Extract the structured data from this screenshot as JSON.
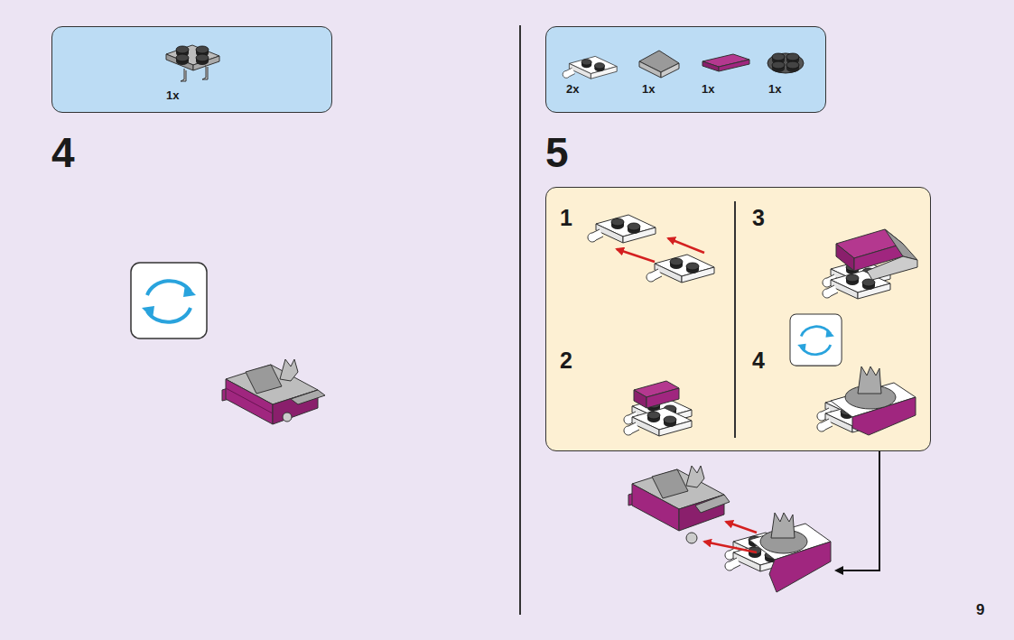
{
  "diagram": {
    "nodes": [
      {
        "text": [
          "1x"
        ]
      },
      {
        "text": [
          "2x",
          "1x",
          "1x",
          "1x"
        ]
      },
      {
        "text": [
          "1",
          "2",
          "3",
          "4"
        ]
      }
    ],
    "labels": [
      "4",
      "5",
      "9"
    ]
  }
}
